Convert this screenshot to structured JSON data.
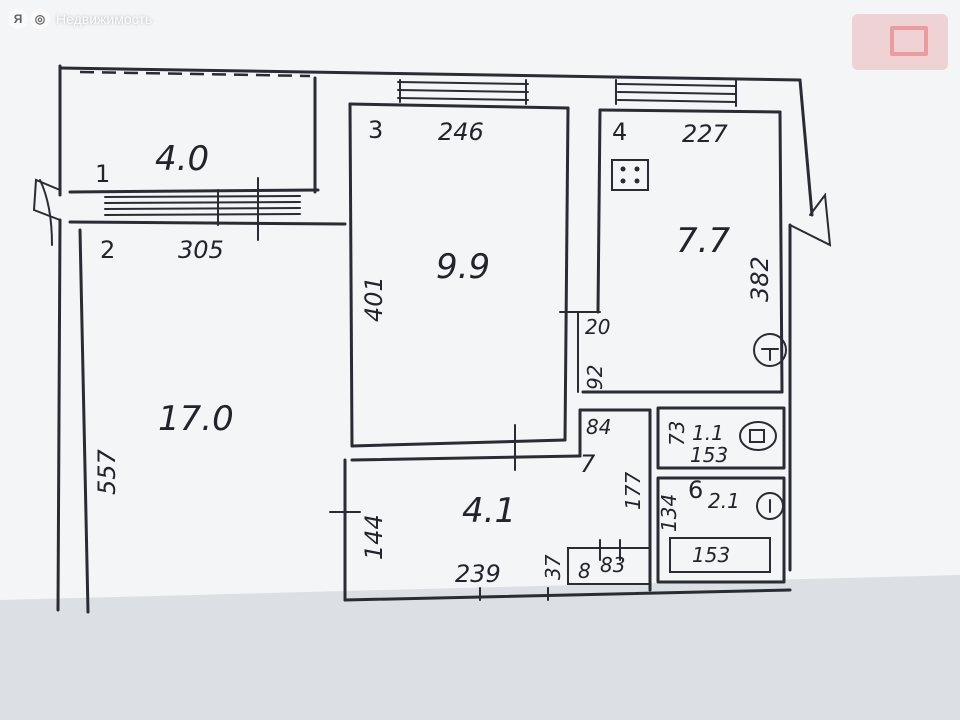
{
  "watermark": {
    "logo_glyph": "Я",
    "brand_name": "Недвижимость"
  },
  "plan": {
    "rooms": [
      {
        "id": "balcony",
        "number": "1",
        "area": "4.0"
      },
      {
        "id": "living",
        "number": "2",
        "area": "17.0"
      },
      {
        "id": "bedroom",
        "number": "3",
        "area": "9.9"
      },
      {
        "id": "kitchen",
        "number": "4",
        "area": "7.7"
      },
      {
        "id": "hall",
        "area": "4.1"
      },
      {
        "id": "wc",
        "area": "1.1"
      },
      {
        "id": "bath",
        "number": "6",
        "area": "2.1"
      }
    ],
    "dimensions": {
      "living_width": "305",
      "living_length": "557",
      "bedroom_width": "246",
      "bedroom_length": "401",
      "kitchen_width": "227",
      "kitchen_length": "382",
      "corridor_width": "20",
      "corridor_length": "92",
      "hall_depth_small": "84",
      "hall_side": "177",
      "hall_depth": "144",
      "hall_width": "239",
      "closet_depth": "37",
      "closet_width": "83",
      "closet_number": "8",
      "hall_seg_2": "134",
      "hall_seg_1": "73",
      "wc_width": "153",
      "bath_width": "153",
      "entrance_number": "7"
    },
    "colors": {
      "ink": "#2a2c33",
      "paper": "#f4f5f7"
    }
  }
}
